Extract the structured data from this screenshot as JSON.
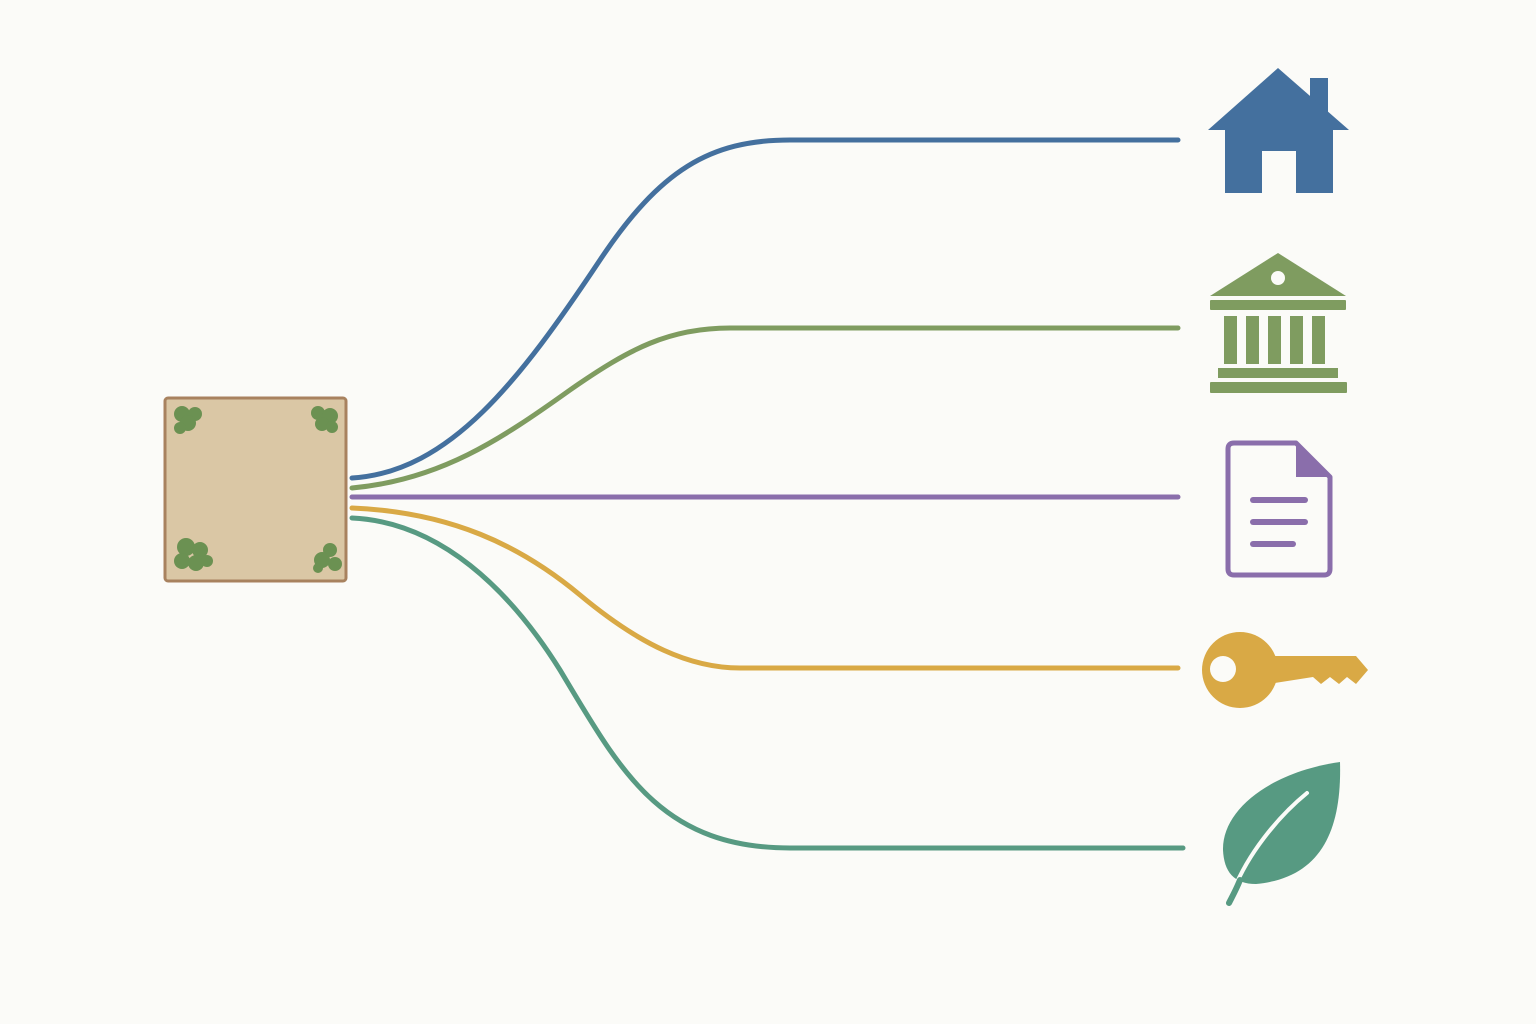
{
  "background": "#fbfbf8",
  "source": {
    "icon": "land-parcel-icon",
    "fill": "#dac7a5",
    "stroke": "#a8825f",
    "tree_color": "#6b9152"
  },
  "branches": [
    {
      "id": "home",
      "icon": "house-icon",
      "color": "#44709e"
    },
    {
      "id": "institution",
      "icon": "bank-icon",
      "color": "#7f9c60"
    },
    {
      "id": "document",
      "icon": "document-icon",
      "color": "#8a6eab"
    },
    {
      "id": "access",
      "icon": "key-icon",
      "color": "#d9a945"
    },
    {
      "id": "nature",
      "icon": "leaf-icon",
      "color": "#579a82"
    }
  ]
}
